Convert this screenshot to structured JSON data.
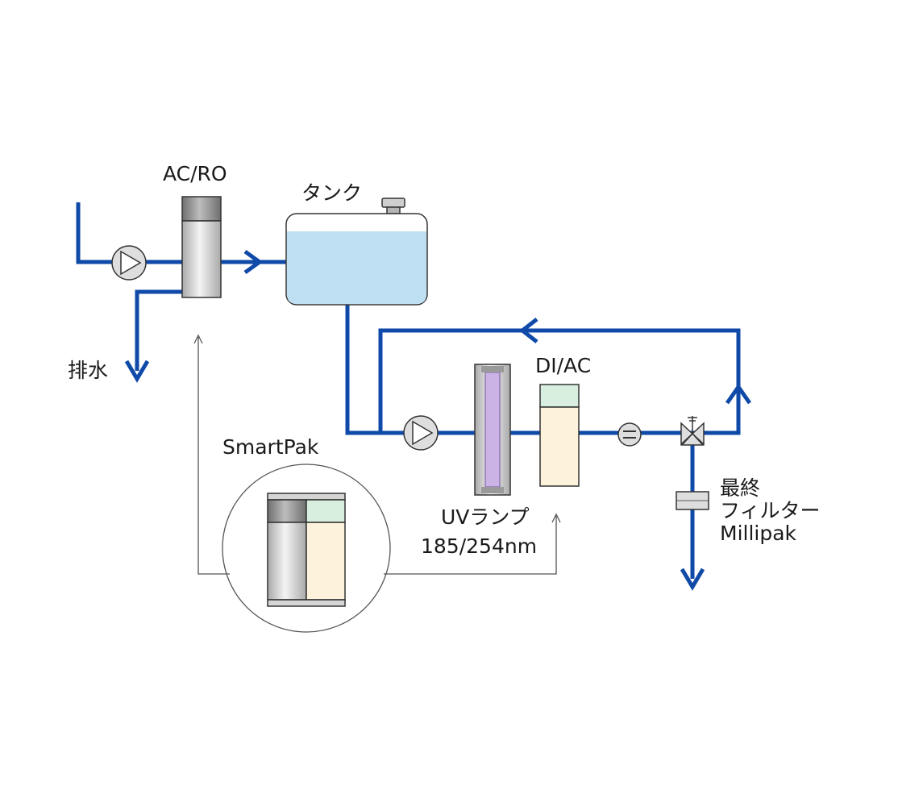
{
  "labels": {
    "acro": "AC/RO",
    "tank": "タンク",
    "drain": "排水",
    "diac": "DI/AC",
    "uv_line1": "UVランプ",
    "uv_line2": "185/254nm",
    "smartpak": "SmartPak",
    "final_line1": "最終",
    "final_line2": "フィルター",
    "final_line3": "Millipak"
  },
  "colors": {
    "pipe": "#0f4aa8",
    "tank_water": "#bfe0f2",
    "uv_lamp": "#cbb3e6",
    "di_cartridge": "#fdf3dc",
    "di_cap": "#d8efe0",
    "cartridge_body": "#dedede",
    "cartridge_cap": "#8e8e8e"
  }
}
